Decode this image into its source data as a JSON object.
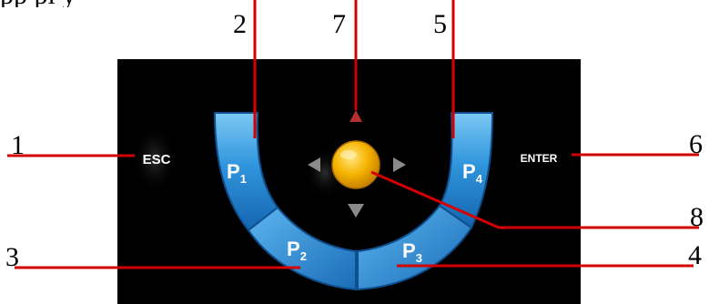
{
  "top_caption": "pp                  pl                                         y",
  "keys": {
    "esc": "ESC",
    "enter": "ENTER",
    "p1": "P1",
    "p2": "P2",
    "p3": "P3",
    "p4": "P4"
  },
  "callouts": [
    "1",
    "2",
    "3",
    "4",
    "5",
    "6",
    "7",
    "8"
  ],
  "colors": {
    "panel": "#000000",
    "button_blue": "#2a8fd8",
    "button_light": "#6fc0f0",
    "ball": "#f5b800",
    "leader_line": "#d40000",
    "arrow": "#8a8a8a",
    "up_arrow": "#b33030"
  }
}
